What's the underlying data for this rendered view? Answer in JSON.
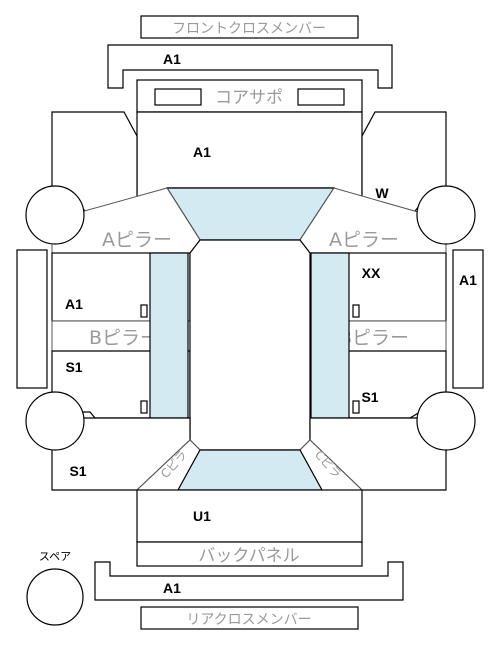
{
  "colors": {
    "glass": "#d4eaf2",
    "line": "#000000",
    "label_gray": "#9a9a9a"
  },
  "labels": {
    "front_cross_member": "フロントクロスメンバー",
    "core_support": "コアサポ",
    "a_pillar_left": "Aピラー",
    "a_pillar_right": "Aピラー",
    "b_pillar_left": "Bピラー",
    "b_pillar_right": "Bピラー",
    "c_pillar_left": "Cピラ",
    "c_pillar_right": "Cピラ",
    "back_panel": "バックパネル",
    "rear_cross_member": "リアクロスメンバー",
    "spare": "スペア"
  },
  "codes": {
    "front_cross_member": "A1",
    "hood": "A1",
    "front_fender_right": "W",
    "front_door_right": "XX",
    "front_door_left": "A1",
    "roof_side_right": "A1",
    "rear_door_left": "S1",
    "rear_door_right": "S1",
    "quarter_left": "S1",
    "trunk": "U1",
    "rear_cross_member": "A1"
  }
}
